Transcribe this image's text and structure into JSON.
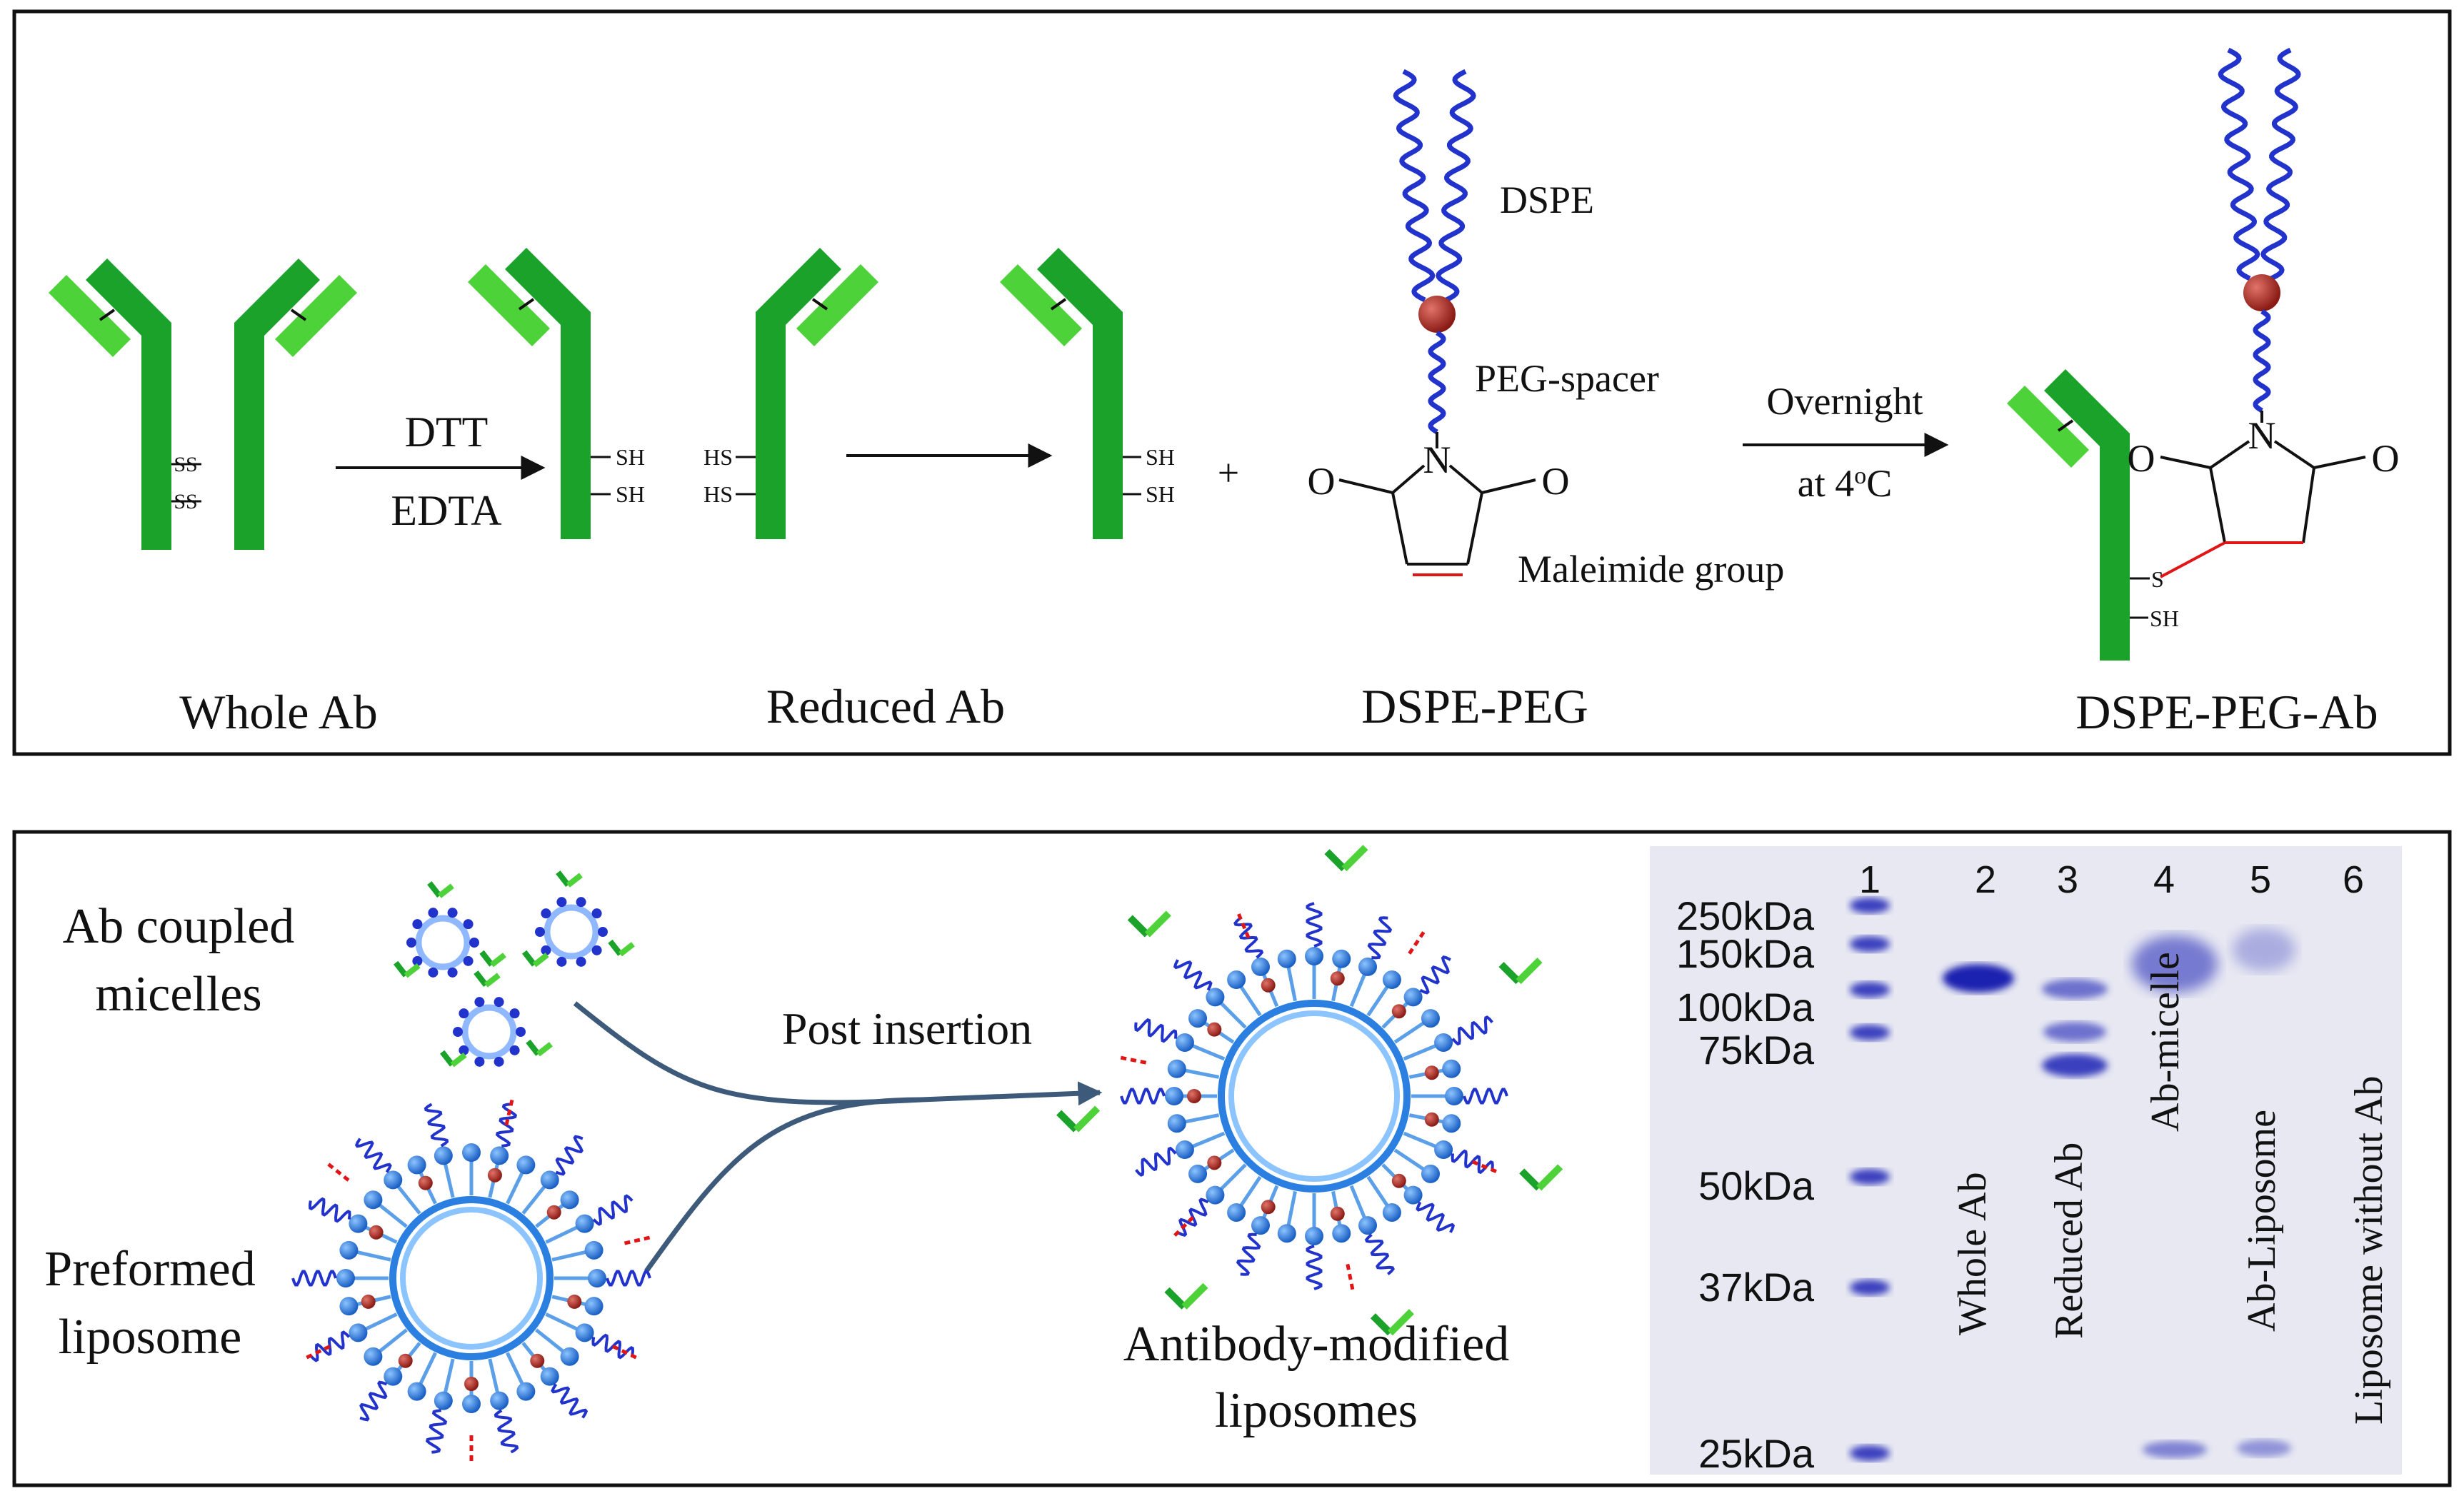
{
  "colors": {
    "antibody_dark": "#1aa22b",
    "antibody_light": "#4ed23a",
    "lipid_chain": "#2233cc",
    "head_ball": "#a8261e",
    "bond_red": "#e01515",
    "liposome_blue": "#2a7fe0",
    "gel_bg": "#e7e8f2",
    "band": "#3a3fbe",
    "arrow_curve": "#3d5a7a"
  },
  "top_panel": {
    "labels": {
      "whole_ab": "Whole Ab",
      "reduced_ab": "Reduced Ab",
      "dspe_peg": "DSPE-PEG",
      "dspe_peg_ab": "DSPE-PEG-Ab"
    },
    "reaction1": {
      "reagent1": "DTT",
      "reagent2": "EDTA"
    },
    "plus": "+",
    "overnight": "Overnight",
    "conditions_prefix": "at 4",
    "conditions_sup": "o",
    "conditions_suffix": "C",
    "dspe": "DSPE",
    "peg_spacer": "PEG-spacer",
    "maleimide": "Maleimide  group",
    "atoms": {
      "o": "O",
      "n": "N",
      "s": "S",
      "sh": "SH",
      "hs": "HS",
      "ss": "SS"
    }
  },
  "bottom_panel": {
    "ab_micelles_line1": "Ab coupled",
    "ab_micelles_line2": "micelles",
    "preformed_line1": "Preformed",
    "preformed_line2": "liposome",
    "post_insertion": "Post insertion",
    "modified_line1": "Antibody-modified",
    "modified_line2": "liposomes"
  },
  "gel": {
    "markers": [
      "250kDa",
      "150kDa",
      "100kDa",
      "75kDa",
      "50kDa",
      "37kDa",
      "25kDa"
    ],
    "lane_numbers": [
      "1",
      "2",
      "3",
      "4",
      "5",
      "6"
    ],
    "lane_labels": [
      "Whole Ab",
      "Reduced Ab",
      "Ab-micelle",
      "Ab-Liposome",
      "Liposome  without Ab"
    ]
  }
}
